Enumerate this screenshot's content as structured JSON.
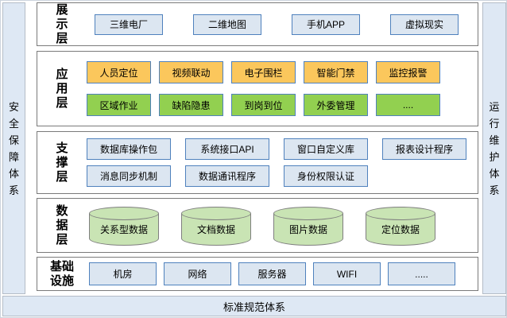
{
  "colors": {
    "frame_fill": "#dee8f4",
    "blue_box": "#dce6f1",
    "yellow": "#fbc75c",
    "green": "#92d050",
    "cylinder": "#c9e4b4",
    "box_border": "#4f81bd"
  },
  "frame": {
    "left_bar": "安全保障体系",
    "right_bar": "运行维护体系",
    "bottom_bar": "标准规范体系"
  },
  "layers": [
    {
      "label": "展示层",
      "rows": [
        {
          "style": "blue",
          "items": [
            "三维电厂",
            "二维地图",
            "手机APP",
            "虚拟现实"
          ]
        }
      ]
    },
    {
      "label": "应用层",
      "rows": [
        {
          "style": "yellow",
          "items": [
            "人员定位",
            "视频联动",
            "电子围栏",
            "智能门禁",
            "监控报警"
          ]
        },
        {
          "style": "green",
          "items": [
            "区域作业",
            "缺陷隐患",
            "到岗到位",
            "外委管理",
            "...."
          ]
        }
      ]
    },
    {
      "label": "支撑层",
      "rows": [
        {
          "style": "blue",
          "items": [
            "数据库操作包",
            "系统接口API",
            "窗口自定义库",
            "报表设计程序"
          ]
        },
        {
          "style": "blue",
          "items": [
            "消息同步机制",
            "数据通讯程序",
            "身份权限认证"
          ]
        }
      ]
    },
    {
      "label": "数据层",
      "rows": [
        {
          "style": "cylinder",
          "items": [
            "关系型数据",
            "文档数据",
            "图片数据",
            "定位数据"
          ]
        }
      ]
    },
    {
      "label": "基础设施",
      "rows": [
        {
          "style": "blue",
          "items": [
            "机房",
            "网络",
            "服务器",
            "WIFI",
            "....."
          ]
        }
      ]
    }
  ]
}
